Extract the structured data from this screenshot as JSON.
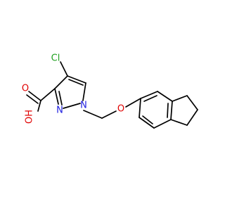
{
  "molecule": {
    "atom_labels": {
      "chlorine": "Cl",
      "oxygen_carbonyl": "O",
      "hydroxyl": "OH",
      "nitrogen_2": "N",
      "nitrogen_1": "N",
      "ether_oxygen": "O"
    }
  },
  "colors": {
    "bond": "#000000",
    "chlorine": "#20a020",
    "oxygen": "#e00000",
    "nitrogen": "#2020e0"
  }
}
